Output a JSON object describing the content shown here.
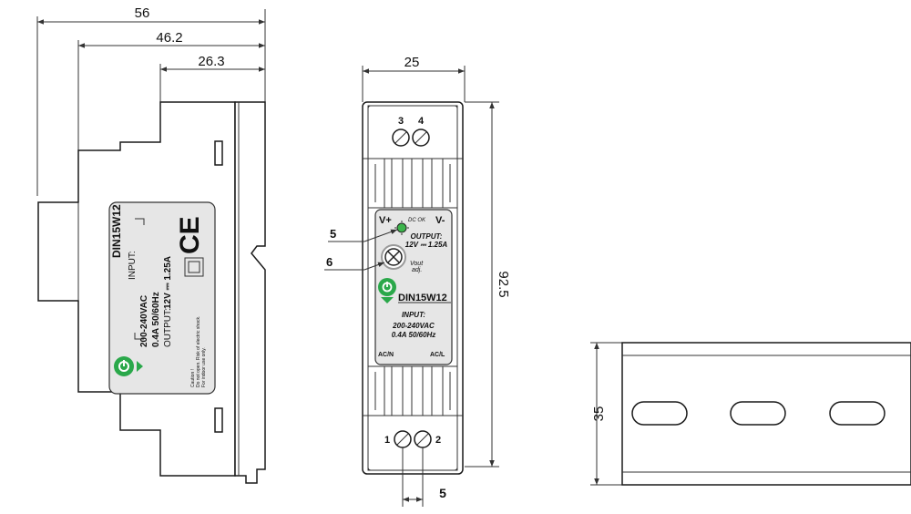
{
  "dimensions": {
    "side_width_total": "56",
    "side_width_mid": "46.2",
    "side_width_small": "26.3",
    "front_width": "25",
    "front_height": "92.5",
    "terminal_pitch": "5",
    "rail_height": "35"
  },
  "callouts": {
    "led": "5",
    "pot": "6"
  },
  "side_label": {
    "model": "DIN15W12",
    "input_label": "INPUT:",
    "input_voltage": "200-240VAC",
    "input_current": "0.4A 50/60Hz",
    "output_label": "OUTPUT:",
    "output_value": "12V ⎓ 1.25A",
    "ce_mark": "CE",
    "caution_1": "Caution !",
    "caution_2": "Do not open. Risk of electric shock.",
    "caution_3": "For indoor use only."
  },
  "front_label": {
    "terminal_3": "3",
    "terminal_4": "4",
    "terminal_1": "1",
    "terminal_2": "2",
    "v_plus": "V+",
    "v_minus": "V-",
    "dc_ok": "DC OK",
    "output_label": "OUTPUT:",
    "output_value": "12V ⎓ 1.25A",
    "vout_1": "Vout",
    "vout_2": "adj.",
    "model": "DIN15W12",
    "input_label": "INPUT:",
    "input_voltage": "200-240VAC",
    "input_current": "0.4A 50/60Hz",
    "ac_n": "AC/N",
    "ac_l": "AC/L"
  },
  "colors": {
    "logo_green": "#2aa84a",
    "led_green": "#3cb44b",
    "panel_grey": "#e6e6e6",
    "line": "#1a1a1a"
  }
}
